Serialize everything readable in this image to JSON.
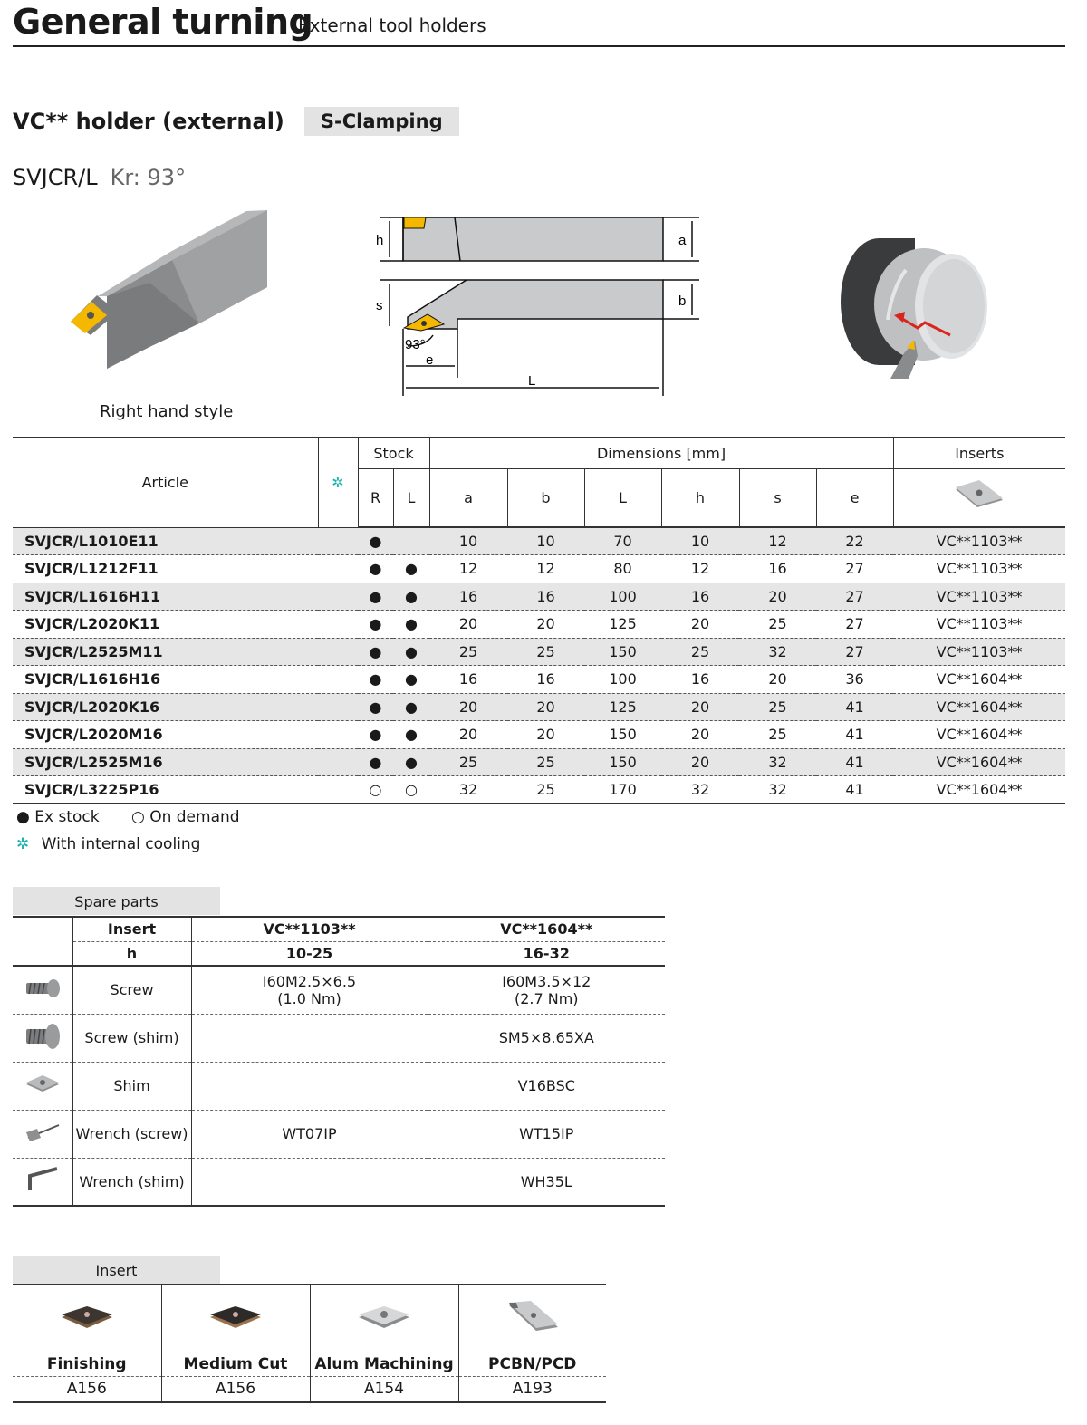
{
  "header": {
    "title": "General turning",
    "subtitle": "External tool holders"
  },
  "product": {
    "title": "VC** holder (external)",
    "clamping": "S-Clamping",
    "model": "SVJCR/L",
    "angle": "Kr: 93°",
    "caption": "Right hand style",
    "diagram": {
      "h": "h",
      "a": "a",
      "s": "s",
      "b": "b",
      "angle": "93°",
      "e": "e",
      "L": "L"
    }
  },
  "table": {
    "headers": {
      "article": "Article",
      "stock": "Stock",
      "dimensions": "Dimensions [mm]",
      "inserts": "Inserts",
      "R": "R",
      "L": "L",
      "a": "a",
      "b": "b",
      "Ldim": "L",
      "h": "h",
      "s": "s",
      "e": "e"
    },
    "cooling_symbol": "✲",
    "rows": [
      {
        "article": "SVJCR/L1010E11",
        "R": "●",
        "L": "",
        "a": "10",
        "b": "10",
        "Ld": "70",
        "h": "10",
        "s": "12",
        "e": "22",
        "insert": "VC**1103**"
      },
      {
        "article": "SVJCR/L1212F11",
        "R": "●",
        "L": "●",
        "a": "12",
        "b": "12",
        "Ld": "80",
        "h": "12",
        "s": "16",
        "e": "27",
        "insert": "VC**1103**"
      },
      {
        "article": "SVJCR/L1616H11",
        "R": "●",
        "L": "●",
        "a": "16",
        "b": "16",
        "Ld": "100",
        "h": "16",
        "s": "20",
        "e": "27",
        "insert": "VC**1103**"
      },
      {
        "article": "SVJCR/L2020K11",
        "R": "●",
        "L": "●",
        "a": "20",
        "b": "20",
        "Ld": "125",
        "h": "20",
        "s": "25",
        "e": "27",
        "insert": "VC**1103**"
      },
      {
        "article": "SVJCR/L2525M11",
        "R": "●",
        "L": "●",
        "a": "25",
        "b": "25",
        "Ld": "150",
        "h": "25",
        "s": "32",
        "e": "27",
        "insert": "VC**1103**"
      },
      {
        "article": "SVJCR/L1616H16",
        "R": "●",
        "L": "●",
        "a": "16",
        "b": "16",
        "Ld": "100",
        "h": "16",
        "s": "20",
        "e": "36",
        "insert": "VC**1604**"
      },
      {
        "article": "SVJCR/L2020K16",
        "R": "●",
        "L": "●",
        "a": "20",
        "b": "20",
        "Ld": "125",
        "h": "20",
        "s": "25",
        "e": "41",
        "insert": "VC**1604**"
      },
      {
        "article": "SVJCR/L2020M16",
        "R": "●",
        "L": "●",
        "a": "20",
        "b": "20",
        "Ld": "150",
        "h": "20",
        "s": "25",
        "e": "41",
        "insert": "VC**1604**"
      },
      {
        "article": "SVJCR/L2525M16",
        "R": "●",
        "L": "●",
        "a": "25",
        "b": "25",
        "Ld": "150",
        "h": "20",
        "s": "32",
        "e": "41",
        "insert": "VC**1604**"
      },
      {
        "article": "SVJCR/L3225P16",
        "R": "○",
        "L": "○",
        "a": "32",
        "b": "25",
        "Ld": "170",
        "h": "32",
        "s": "32",
        "e": "41",
        "insert": "VC**1604**"
      }
    ]
  },
  "legend": {
    "ex_stock": "● Ex stock",
    "on_demand": "○ On demand",
    "cooling_symbol": "✲",
    "cooling": "With internal cooling"
  },
  "spare": {
    "label": "Spare parts",
    "insert_label": "Insert",
    "h_label": "h",
    "col1": {
      "insert": "VC**1103**",
      "h": "10-25"
    },
    "col2": {
      "insert": "VC**1604**",
      "h": "16-32"
    },
    "rows": [
      {
        "name": "Screw",
        "icon": "screw-icon",
        "c1a": "I60M2.5×6.5",
        "c1b": "(1.0 Nm)",
        "c2a": "I60M3.5×12",
        "c2b": "(2.7 Nm)"
      },
      {
        "name": "Screw (shim)",
        "icon": "shim-screw-icon",
        "c1a": "",
        "c1b": "",
        "c2a": "SM5×8.65XA",
        "c2b": ""
      },
      {
        "name": "Shim",
        "icon": "shim-icon",
        "c1a": "",
        "c1b": "",
        "c2a": "V16BSC",
        "c2b": ""
      },
      {
        "name": "Wrench (screw)",
        "icon": "torx-wrench-icon",
        "c1a": "WT07IP",
        "c1b": "",
        "c2a": "WT15IP",
        "c2b": ""
      },
      {
        "name": "Wrench (shim)",
        "icon": "hex-key-icon",
        "c1a": "",
        "c1b": "",
        "c2a": "WH35L",
        "c2b": ""
      }
    ]
  },
  "insert_section": {
    "label": "Insert",
    "items": [
      {
        "name": "Finishing",
        "code": "A156",
        "icon": "finishing-insert-icon"
      },
      {
        "name": "Medium Cut",
        "code": "A156",
        "icon": "medium-cut-insert-icon"
      },
      {
        "name": "Alum Machining",
        "code": "A154",
        "icon": "alum-insert-icon"
      },
      {
        "name": "PCBN/PCD",
        "code": "A193",
        "icon": "pcbn-insert-icon"
      }
    ]
  },
  "colors": {
    "cooling": "#1bb3b0",
    "stripe": "#e6e6e7",
    "tab": "#e3e3e3",
    "insert_yellow": "#f5b800",
    "arrow_red": "#d9261c"
  }
}
